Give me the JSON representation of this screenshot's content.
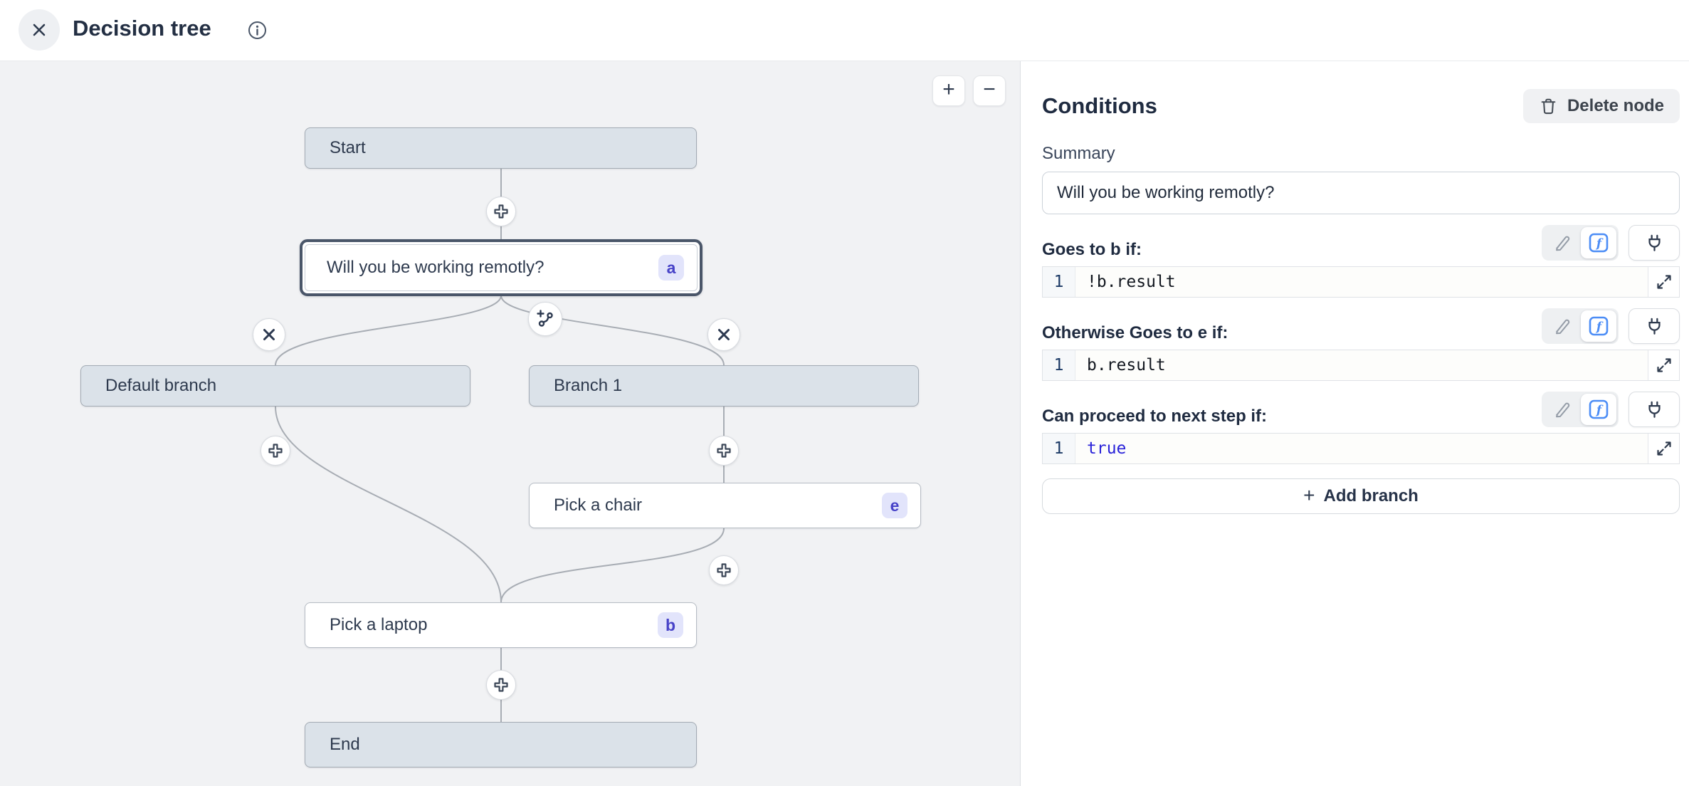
{
  "header": {
    "title": "Decision tree"
  },
  "canvas": {
    "zoom_controls": {
      "zoom_in": "+",
      "zoom_out": "−"
    },
    "nodes": [
      {
        "label": "Start"
      },
      {
        "label": "Will you be working remotly?",
        "badge": "a",
        "selected": true
      },
      {
        "label": "Default branch"
      },
      {
        "label": "Branch 1"
      },
      {
        "label": "Pick a chair",
        "badge": "e"
      },
      {
        "label": "Pick a laptop",
        "badge": "b"
      },
      {
        "label": "End"
      }
    ]
  },
  "panel": {
    "title": "Conditions",
    "delete_button_label": "Delete node",
    "summary": {
      "label": "Summary",
      "value": "Will you be working remotly?"
    },
    "sections": [
      {
        "label": "Goes to b if:",
        "line_number": "1",
        "code": "!b.result"
      },
      {
        "label": "Otherwise Goes to e if:",
        "line_number": "1",
        "code": "b.result"
      },
      {
        "label": "Can proceed to next step if:",
        "line_number": "1",
        "code": "true"
      }
    ],
    "add_branch_label": "Add branch"
  }
}
